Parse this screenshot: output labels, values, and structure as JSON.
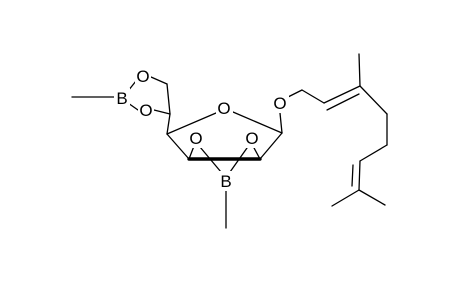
{
  "diagram": {
    "atoms": {
      "o_dioxaborolane_top": "O",
      "b_dioxaborolane": "B",
      "o_dioxaborolane_bottom": "O",
      "o_furanose_ring": "O",
      "o_glycosidic": "O",
      "o_bridge_left": "O",
      "o_bridge_right": "O",
      "b_bridge": "B"
    }
  }
}
